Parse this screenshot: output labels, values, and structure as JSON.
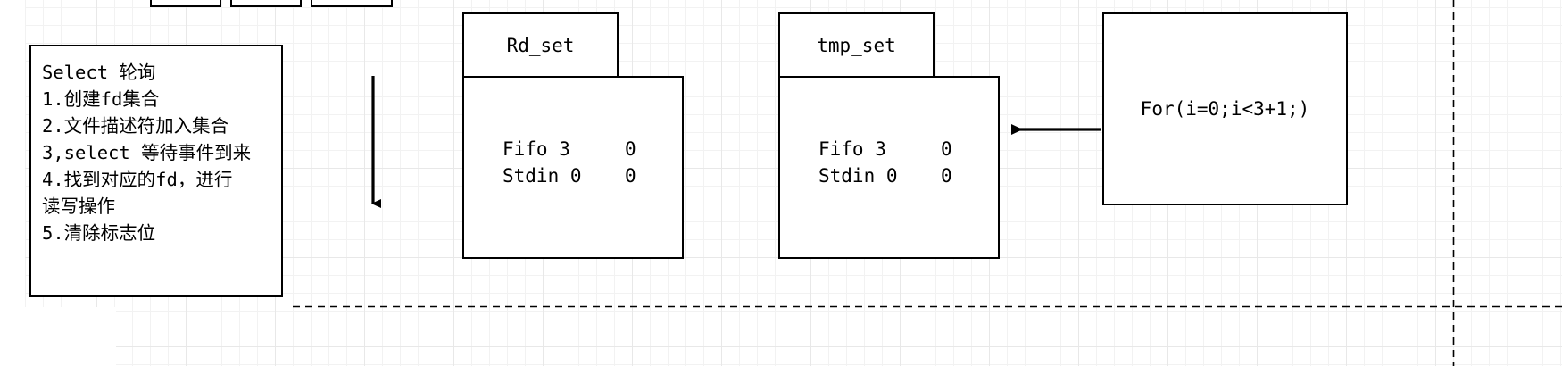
{
  "canvas": {
    "background": "#ffffff",
    "grid_color": "#e8e8e8",
    "stroke_color": "#000000",
    "page_break_style": "dashed"
  },
  "top_partial_boxes": [
    {
      "name": "partial-box-1",
      "label": ""
    },
    {
      "name": "partial-box-2",
      "label": ""
    },
    {
      "name": "partial-box-3",
      "label": ""
    }
  ],
  "note": {
    "title": "Select 轮询",
    "lines": [
      "Select 轮询",
      "1.创建fd集合",
      "2.文件描述符加入集合",
      "3,select 等待事件到来",
      "4.找到对应的fd，进行",
      "读写操作",
      "5.清除标志位"
    ]
  },
  "rd_set": {
    "title": "Rd_set",
    "rows": [
      {
        "name": "Fifo 3",
        "value": "0"
      },
      {
        "name": "Stdin 0",
        "value": "0"
      }
    ],
    "row_lines": [
      "Fifo 3",
      "Stdin 0"
    ],
    "value_lines": [
      "0",
      "0"
    ]
  },
  "tmp_set": {
    "title": "tmp_set",
    "rows": [
      {
        "name": "Fifo 3",
        "value": "0"
      },
      {
        "name": "Stdin 0",
        "value": "0"
      }
    ],
    "row_lines": [
      "Fifo 3",
      "Stdin 0"
    ],
    "value_lines": [
      "0",
      "0"
    ]
  },
  "for_loop": {
    "label": "For(i=0;i<3+1;)"
  },
  "connectors": [
    {
      "name": "down-arrow",
      "direction": "down"
    },
    {
      "name": "for-to-tmpset-arrow",
      "direction": "left"
    }
  ]
}
